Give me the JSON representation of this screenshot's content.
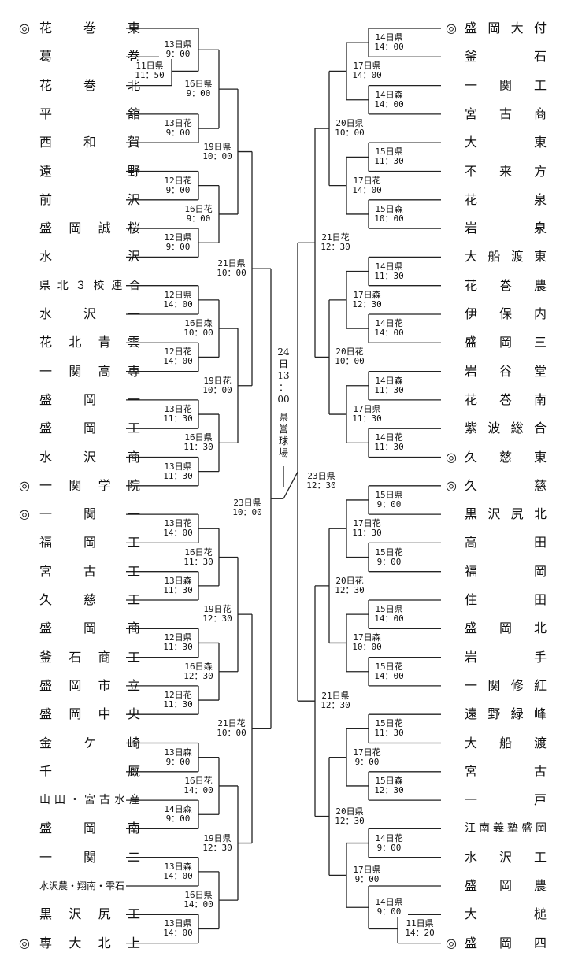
{
  "left_teams": [
    {
      "seed": true,
      "name": "花巻東"
    },
    {
      "seed": false,
      "name": "葛巻"
    },
    {
      "seed": false,
      "name": "花巻北"
    },
    {
      "seed": false,
      "name": "平舘"
    },
    {
      "seed": false,
      "name": "西和賀"
    },
    {
      "seed": false,
      "name": "遠野"
    },
    {
      "seed": false,
      "name": "前沢"
    },
    {
      "seed": false,
      "name": "盛岡誠桜"
    },
    {
      "seed": false,
      "name": "水沢"
    },
    {
      "seed": false,
      "name": "県北３校連合"
    },
    {
      "seed": false,
      "name": "水沢一"
    },
    {
      "seed": false,
      "name": "花北青雲"
    },
    {
      "seed": false,
      "name": "一関高専"
    },
    {
      "seed": false,
      "name": "盛岡一"
    },
    {
      "seed": false,
      "name": "盛岡工"
    },
    {
      "seed": false,
      "name": "水沢商"
    },
    {
      "seed": true,
      "name": "一関学院"
    },
    {
      "seed": true,
      "name": "一関一"
    },
    {
      "seed": false,
      "name": "福岡工"
    },
    {
      "seed": false,
      "name": "宮古工"
    },
    {
      "seed": false,
      "name": "久慈工"
    },
    {
      "seed": false,
      "name": "盛岡商"
    },
    {
      "seed": false,
      "name": "釜石商工"
    },
    {
      "seed": false,
      "name": "盛岡市立"
    },
    {
      "seed": false,
      "name": "盛岡中央"
    },
    {
      "seed": false,
      "name": "金ケ崎"
    },
    {
      "seed": false,
      "name": "千厩"
    },
    {
      "seed": false,
      "name": "山田・宮古水産"
    },
    {
      "seed": false,
      "name": "盛岡南"
    },
    {
      "seed": false,
      "name": "一関二"
    },
    {
      "seed": false,
      "name": "水沢農・翔南・雫石"
    },
    {
      "seed": false,
      "name": "黒沢尻工"
    },
    {
      "seed": true,
      "name": "専大北上"
    }
  ],
  "right_teams": [
    {
      "seed": true,
      "name": "盛岡大付"
    },
    {
      "seed": false,
      "name": "釜石"
    },
    {
      "seed": false,
      "name": "一関工"
    },
    {
      "seed": false,
      "name": "宮古商"
    },
    {
      "seed": false,
      "name": "大東"
    },
    {
      "seed": false,
      "name": "不来方"
    },
    {
      "seed": false,
      "name": "花泉"
    },
    {
      "seed": false,
      "name": "岩泉"
    },
    {
      "seed": false,
      "name": "大船渡東"
    },
    {
      "seed": false,
      "name": "花巻農"
    },
    {
      "seed": false,
      "name": "伊保内"
    },
    {
      "seed": false,
      "name": "盛岡三"
    },
    {
      "seed": false,
      "name": "岩谷堂"
    },
    {
      "seed": false,
      "name": "花巻南"
    },
    {
      "seed": false,
      "name": "紫波総合"
    },
    {
      "seed": true,
      "name": "久慈東"
    },
    {
      "seed": true,
      "name": "久慈"
    },
    {
      "seed": false,
      "name": "黒沢尻北"
    },
    {
      "seed": false,
      "name": "高田"
    },
    {
      "seed": false,
      "name": "福岡"
    },
    {
      "seed": false,
      "name": "住田"
    },
    {
      "seed": false,
      "name": "盛岡北"
    },
    {
      "seed": false,
      "name": "岩手"
    },
    {
      "seed": false,
      "name": "一関修紅"
    },
    {
      "seed": false,
      "name": "遠野緑峰"
    },
    {
      "seed": false,
      "name": "大船渡"
    },
    {
      "seed": false,
      "name": "宮古"
    },
    {
      "seed": false,
      "name": "一戸"
    },
    {
      "seed": false,
      "name": "江南義塾盛岡"
    },
    {
      "seed": false,
      "name": "水沢工"
    },
    {
      "seed": false,
      "name": "盛岡農"
    },
    {
      "seed": false,
      "name": "大槌"
    },
    {
      "seed": true,
      "name": "盛岡四"
    }
  ],
  "seed_mark": "◎",
  "left_games": {
    "r1": [
      {
        "d": "11日県",
        "t": "11：50"
      }
    ],
    "r2": [
      {
        "d": "13日県",
        "t": "9：00"
      },
      {
        "d": "13日花",
        "t": "9：00"
      },
      {
        "d": "12日花",
        "t": "9：00"
      },
      {
        "d": "12日県",
        "t": "9：00"
      },
      {
        "d": "12日県",
        "t": "14：00"
      },
      {
        "d": "12日花",
        "t": "14：00"
      },
      {
        "d": "13日花",
        "t": "11：30"
      },
      {
        "d": "13日県",
        "t": "11：30"
      },
      {
        "d": "13日花",
        "t": "14：00"
      },
      {
        "d": "13日森",
        "t": "11：30"
      },
      {
        "d": "12日県",
        "t": "11：30"
      },
      {
        "d": "12日花",
        "t": "11：30"
      },
      {
        "d": "13日森",
        "t": "9：00"
      },
      {
        "d": "14日森",
        "t": "9：00"
      },
      {
        "d": "13日森",
        "t": "14：00"
      },
      {
        "d": "13日県",
        "t": "14：00"
      }
    ],
    "r3": [
      {
        "d": "16日県",
        "t": "9：00"
      },
      {
        "d": "16日花",
        "t": "9：00"
      },
      {
        "d": "16日森",
        "t": "10：00"
      },
      {
        "d": "16日県",
        "t": "11：30"
      },
      {
        "d": "16日花",
        "t": "11：30"
      },
      {
        "d": "16日森",
        "t": "12：30"
      },
      {
        "d": "16日花",
        "t": "14：00"
      },
      {
        "d": "16日県",
        "t": "14：00"
      }
    ],
    "r4": [
      {
        "d": "19日県",
        "t": "10：00"
      },
      {
        "d": "19日花",
        "t": "10：00"
      },
      {
        "d": "19日花",
        "t": "12：30"
      },
      {
        "d": "19日県",
        "t": "12：30"
      }
    ],
    "qf": [
      {
        "d": "21日県",
        "t": "10：00"
      },
      {
        "d": "21日花",
        "t": "10：00"
      }
    ],
    "sf": {
      "d": "23日県",
      "t": "10：00"
    }
  },
  "right_games": {
    "r1": [
      {
        "d": "11日県",
        "t": "14：20"
      }
    ],
    "r2": [
      {
        "d": "14日県",
        "t": "14：00"
      },
      {
        "d": "14日森",
        "t": "14：00"
      },
      {
        "d": "15日県",
        "t": "11：30"
      },
      {
        "d": "15日森",
        "t": "10：00"
      },
      {
        "d": "14日県",
        "t": "11：30"
      },
      {
        "d": "14日花",
        "t": "14：00"
      },
      {
        "d": "14日森",
        "t": "11：30"
      },
      {
        "d": "14日花",
        "t": "11：30"
      },
      {
        "d": "15日県",
        "t": "9：00"
      },
      {
        "d": "15日花",
        "t": "9：00"
      },
      {
        "d": "15日県",
        "t": "14：00"
      },
      {
        "d": "15日花",
        "t": "14：00"
      },
      {
        "d": "15日花",
        "t": "11：30"
      },
      {
        "d": "15日森",
        "t": "12：30"
      },
      {
        "d": "14日花",
        "t": "9：00"
      },
      {
        "d": "14日県",
        "t": "9：00"
      }
    ],
    "r3": [
      {
        "d": "17日県",
        "t": "14：00"
      },
      {
        "d": "17日花",
        "t": "14：00"
      },
      {
        "d": "17日森",
        "t": "12：30"
      },
      {
        "d": "17日県",
        "t": "11：30"
      },
      {
        "d": "17日花",
        "t": "11：30"
      },
      {
        "d": "17日森",
        "t": "10：00"
      },
      {
        "d": "17日花",
        "t": "9：00"
      },
      {
        "d": "17日県",
        "t": "9：00"
      }
    ],
    "r4": [
      {
        "d": "20日県",
        "t": "10：00"
      },
      {
        "d": "20日花",
        "t": "10：00"
      },
      {
        "d": "20日花",
        "t": "12：30"
      },
      {
        "d": "20日県",
        "t": "12：30"
      }
    ],
    "qf": [
      {
        "d": "21日花",
        "t": "12：30"
      },
      {
        "d": "21日県",
        "t": "12：30"
      }
    ],
    "sf": {
      "d": "23日県",
      "t": "12：30"
    }
  },
  "final": {
    "chars": [
      "24",
      "日",
      "13",
      "：",
      "00",
      "",
      "県",
      "営",
      "球",
      "場"
    ]
  }
}
